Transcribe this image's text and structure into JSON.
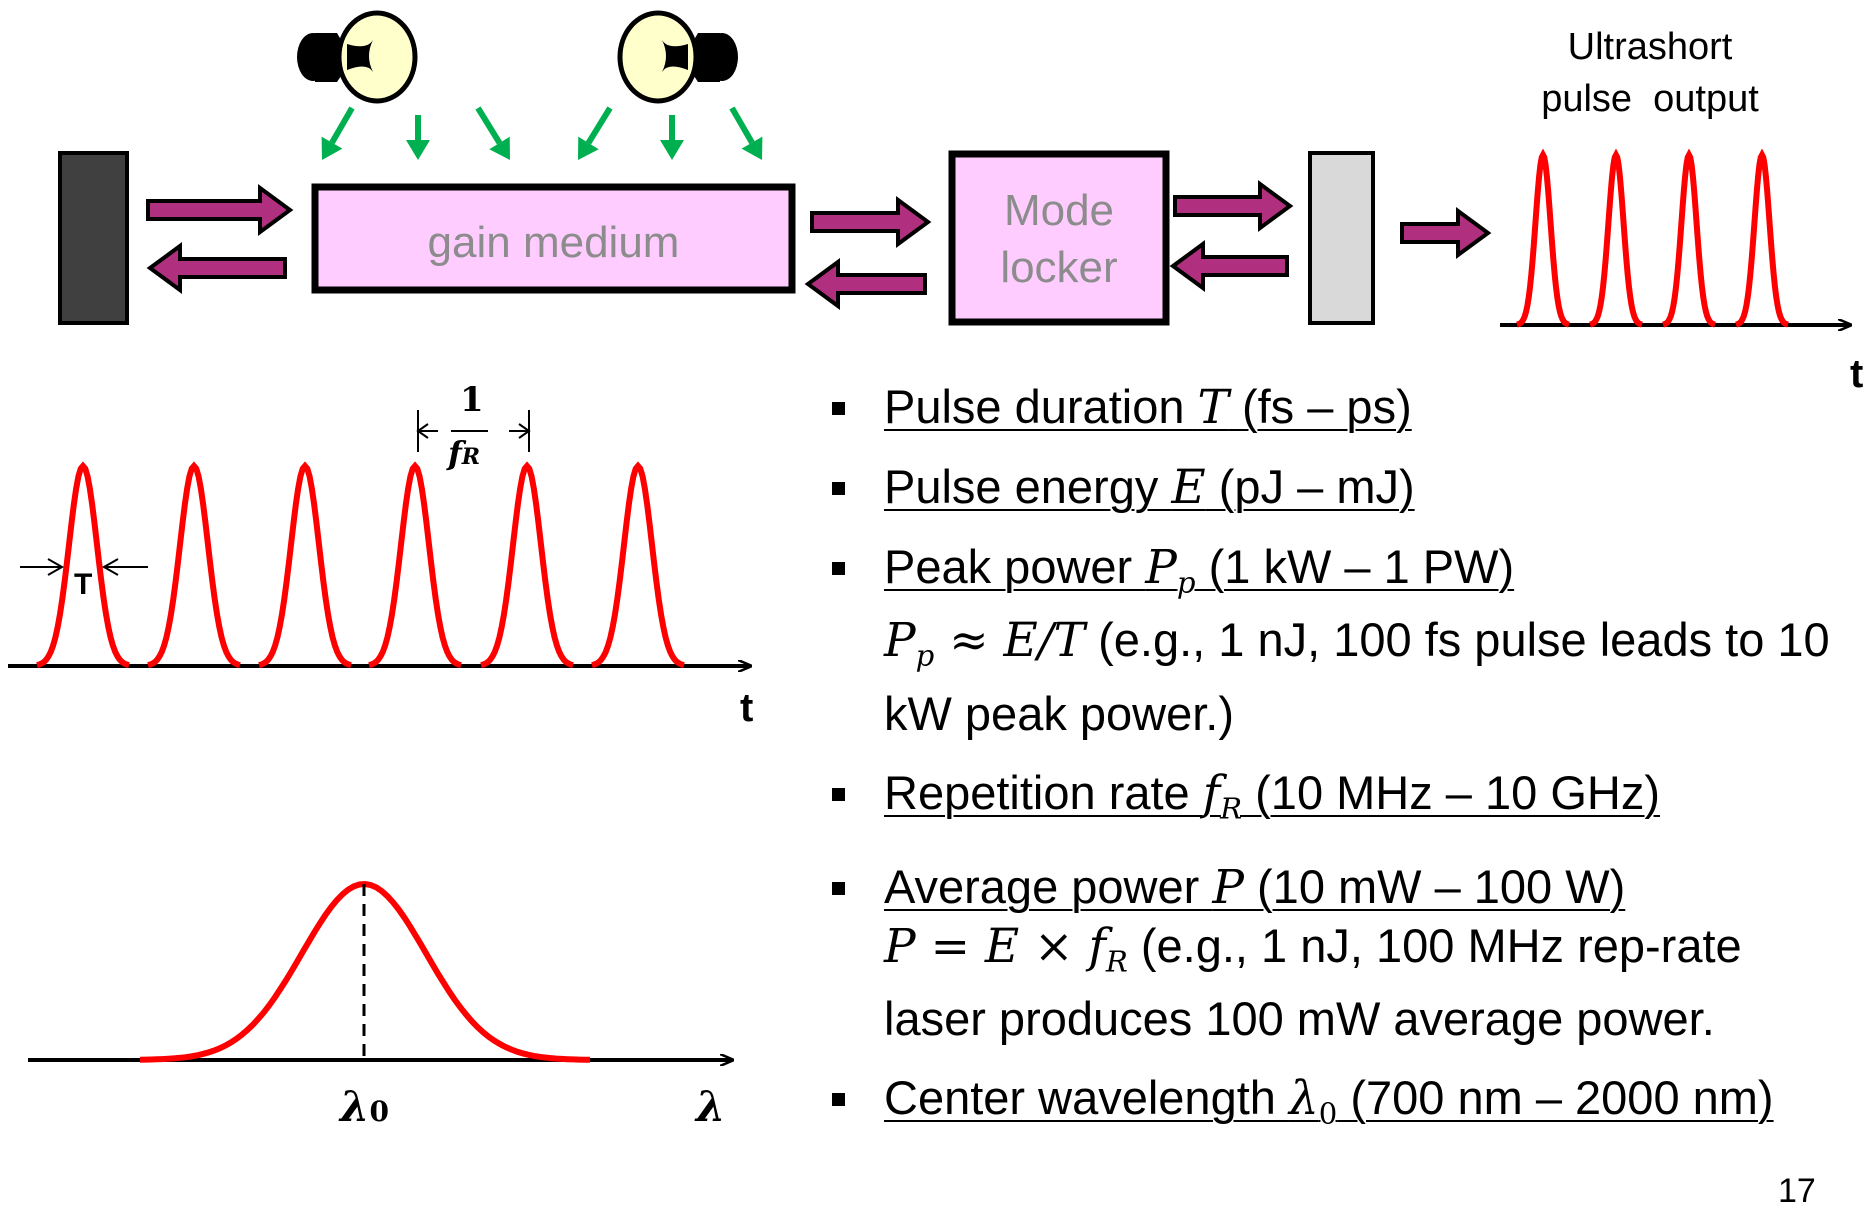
{
  "cavity": {
    "gain_label": "gain medium",
    "mode_locker_line1": "Mode",
    "mode_locker_line2": "locker",
    "output_label_line1": "Ultrashort",
    "output_label_line2": "pulse  output",
    "output_axis": "t"
  },
  "pulse_train": {
    "axis_label": "t",
    "width_label": "T",
    "period_num": "1",
    "period_den": "f",
    "period_den_sub": "R"
  },
  "spectrum": {
    "axis_label": "λ",
    "center_label": "λ",
    "center_sub": "0"
  },
  "bullets": [
    {
      "pre": "Pulse duration ",
      "sym": "T",
      "sub": "",
      "post": " (fs – ps)"
    },
    {
      "pre": "Pulse energy ",
      "sym": "E",
      "sub": "",
      "post": " (pJ – mJ)"
    },
    {
      "pre": "Peak power ",
      "sym": "P",
      "sub": "p",
      "post": " (1 kW – 1 PW)",
      "detail_sym": "P",
      "detail_sub": "p",
      "detail_math": " ≈ E/T",
      "detail_text": " (e.g., 1 nJ, 100 fs pulse leads to 10 kW peak power.)"
    },
    {
      "pre": "Repetition rate ",
      "sym": "f",
      "sub": "R",
      "post": " (10 MHz – 10 GHz)"
    },
    {
      "pre": "Average power ",
      "sym": "P",
      "sub": "",
      "post": " (10 mW – 100 W)",
      "detail_sym": "P",
      "detail_sub": "",
      "detail_math": " = E × f",
      "detail_math_sub": "R",
      "detail_text": " (e.g., 1 nJ, 100 MHz rep-rate laser produces 100 mW average power."
    },
    {
      "pre": "Center wavelength ",
      "sym": "λ",
      "sub": "0",
      "post": " (700 nm – 2000 nm)"
    }
  ],
  "page_number": "17",
  "colors": {
    "pulse": "#ff0000",
    "beam_arrow": "#b0307f",
    "pump_arrow": "#00b050",
    "box_fill": "#ffccff",
    "mirror_dark": "#404040",
    "mirror_light": "#d9d9d9",
    "bulb_glass": "#ffffcc"
  }
}
